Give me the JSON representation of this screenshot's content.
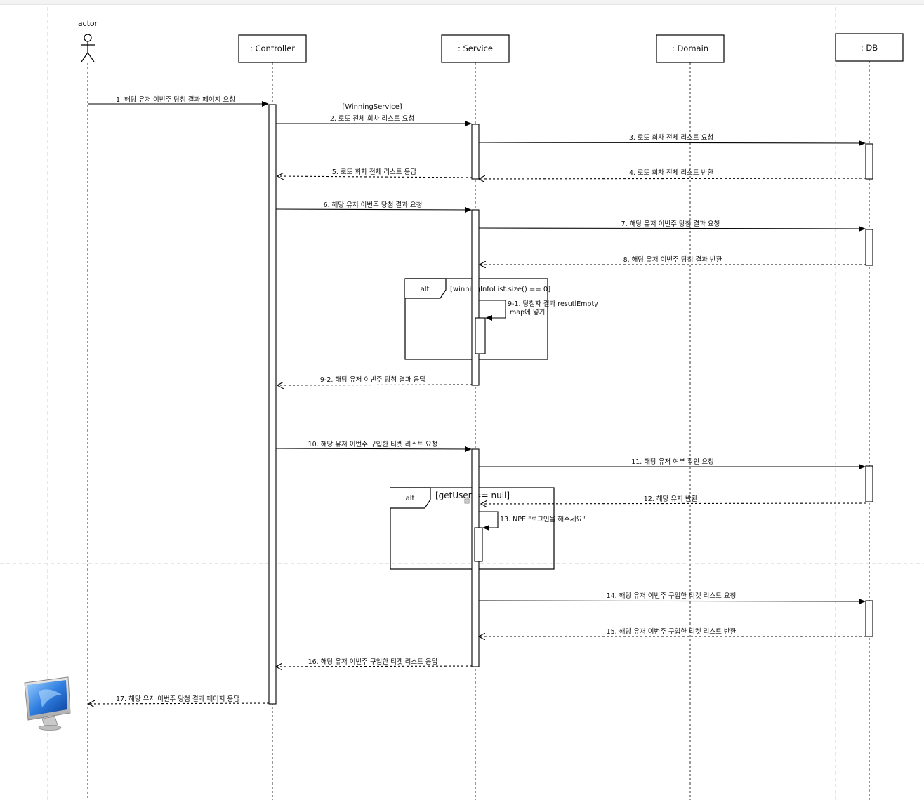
{
  "actor": {
    "label": "actor"
  },
  "participants": [
    {
      "id": "controller",
      "label": ": Controller"
    },
    {
      "id": "service",
      "label": ": Service"
    },
    {
      "id": "domain",
      "label": ": Domain"
    },
    {
      "id": "db",
      "label": ": DB"
    }
  ],
  "service_note": "[WinningService]",
  "messages": [
    {
      "id": "m1",
      "text": "1. 해당 유저 이번주 당첨 결과 페이지 요청"
    },
    {
      "id": "m2",
      "text": "2. 로또 전체 회차 리스트 요청"
    },
    {
      "id": "m3",
      "text": "3. 로또 회차 전체 리스트 요청"
    },
    {
      "id": "m4",
      "text": "4. 로또 회차 전체 리스트 반환"
    },
    {
      "id": "m5",
      "text": "5. 로또 회차 전체 리스트 응답"
    },
    {
      "id": "m6",
      "text": "6. 해당 유저 이번주 당첨 결과 요청"
    },
    {
      "id": "m7",
      "text": "7. 해당 유저 이번주 당첨 결과 요청"
    },
    {
      "id": "m8",
      "text": "8. 해당 유저 이번주 당첨 결과 반환"
    },
    {
      "id": "m9_1a",
      "text": "9-1. 당첨자 결과 resutlEmpty"
    },
    {
      "id": "m9_1b",
      "text": "map에 넣기"
    },
    {
      "id": "m9_2",
      "text": "9-2. 해당 유저 이번주 당첨 결과 응답"
    },
    {
      "id": "m10",
      "text": "10. 해당 유저 이번주 구입한 티켓 리스트 요청"
    },
    {
      "id": "m11",
      "text": "11. 해당 유저 여부 확인 요청"
    },
    {
      "id": "m12",
      "text": "12. 해당 유저 반환"
    },
    {
      "id": "m13",
      "text": "13. NPE \"로그인을 해주세요\""
    },
    {
      "id": "m14",
      "text": "14. 해당 유저 이번주 구입한 티켓 리스트 요청"
    },
    {
      "id": "m15",
      "text": "15. 해당 유저 이번주 구입한 티켓 리스트 반환"
    },
    {
      "id": "m16",
      "text": "16. 해당 유저 이번주 구입한 티켓 리스트 응답"
    },
    {
      "id": "m17",
      "text": "17.  해당 유저 이번주 당첨 결과 페이지 응답"
    }
  ],
  "frames": [
    {
      "id": "alt1",
      "keyword": "alt",
      "guard": "[winningInfoList.size() == 0]"
    },
    {
      "id": "alt2",
      "keyword": "alt",
      "guard": "[getUser == null]"
    }
  ],
  "icons": {
    "monitor": "computer-monitor-icon",
    "actor": "stick-figure-icon"
  }
}
